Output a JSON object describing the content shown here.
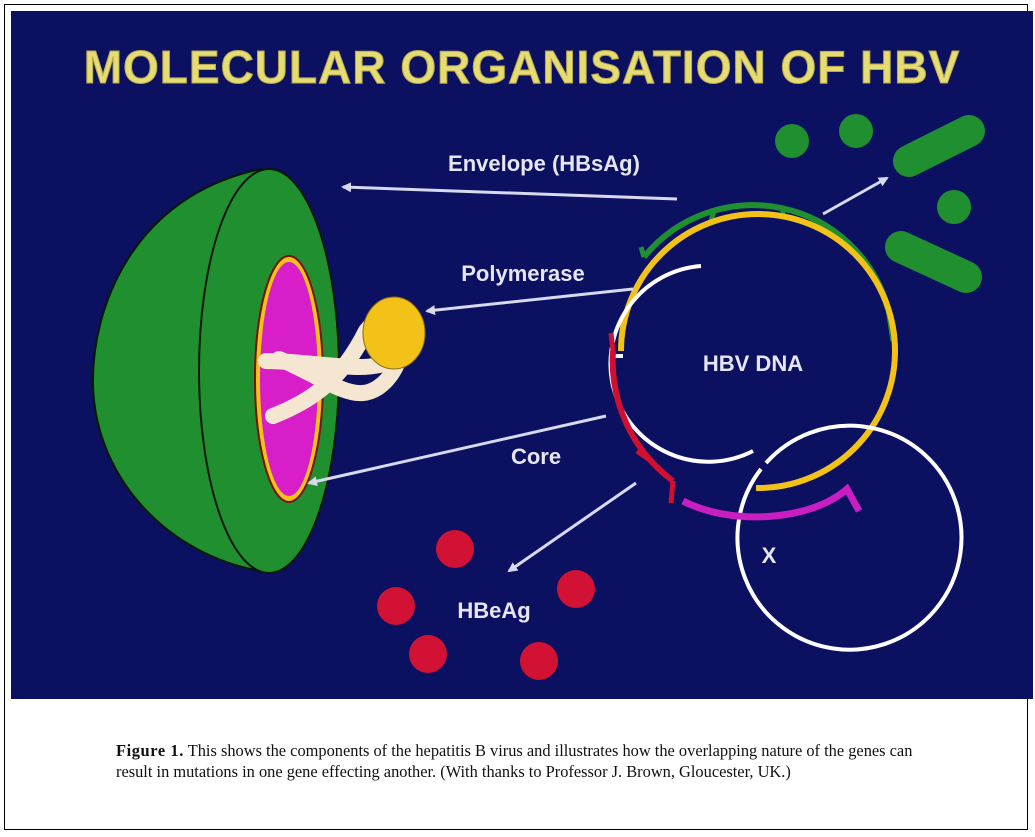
{
  "diagram": {
    "title": "MOLECULAR ORGANISATION OF HBV",
    "labels": {
      "envelope": "Envelope (HBsAg)",
      "polymerase": "Polymerase",
      "dna": "HBV DNA",
      "core": "Core",
      "x": "X",
      "hbeag": "HBeAg"
    },
    "colors": {
      "background": "#0c1060",
      "title": "#e6dc74",
      "envelope_green": "#1f8f30",
      "polymerase_yellow": "#f2c218",
      "core_magenta": "#d81ec8",
      "x_magenta": "#c81ec2",
      "hbeag_red": "#d11234",
      "dna_white": "#ffffff",
      "arrow": "#d8d8ee"
    }
  },
  "caption": {
    "label": "Figure 1.",
    "text": " This shows the components of the hepatitis B virus and illustrates how the overlapping nature of the genes can result in mutations in one gene effecting another. (With thanks to Professor J. Brown, Gloucester, UK.)"
  }
}
